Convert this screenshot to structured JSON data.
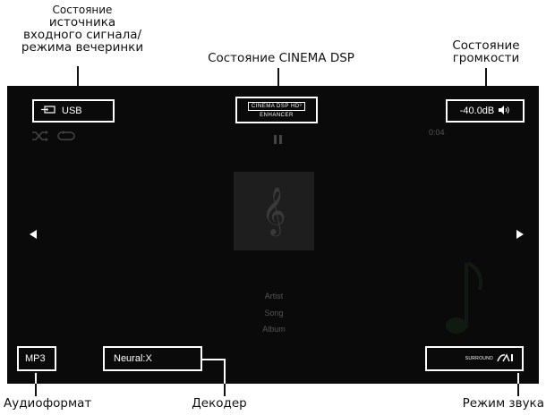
{
  "callouts": {
    "input_status_line1": "Состояние",
    "input_status_line2": "источника",
    "input_status_line3": "входного сигнала/",
    "input_status_line4": "режима вечеринки",
    "cinema_dsp_status": "Состояние CINEMA DSP",
    "volume_status_line1": "Состояние",
    "volume_status_line2": "громкости",
    "audio_format": "Аудиоформат",
    "decoder": "Декодер",
    "sound_mode": "Режим звука"
  },
  "screen": {
    "input_source": "USB",
    "cinema_dsp_logo_text": "CINEMA DSP HD³",
    "cinema_dsp_sub": "ENHANCER",
    "volume": "-40.0dB",
    "playback_time": "0:04",
    "artist": "Artist",
    "song": "Song",
    "album": "Album",
    "audio_format": "MP3",
    "decoder": "Neural:X",
    "surround_label": "SURROUND"
  },
  "icons": {
    "input": "input-source-icon",
    "speaker": "speaker-icon",
    "shuffle": "shuffle-icon",
    "repeat": "repeat-icon",
    "pause": "pause-icon",
    "music_note": "treble-clef-icon",
    "prev": "left-arrow-icon",
    "next": "right-arrow-icon",
    "surround_ai": "surround-ai-icon"
  }
}
